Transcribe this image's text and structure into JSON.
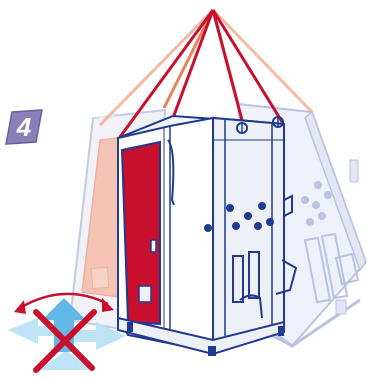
{
  "step_badge": {
    "number": "4"
  },
  "colors": {
    "blue_outline": "#1f3a8f",
    "door_red": "#c8102e",
    "sling_red": "#c8102e",
    "sling_orange": "#e8845c",
    "ghost_outline": "#a9b4d6",
    "ghost_fill": "#e9ecf6",
    "ghost_door": "#f2b5a2",
    "badge_fill": "#8a7fb8",
    "arrow_fill": "#62b8e6",
    "arrow_light": "#bfe3f6",
    "cross_red": "#c8102e"
  },
  "icons": [
    "lifting-slings",
    "tilted-cabinet-ghost",
    "electrical-cabinet",
    "no-tilting-warning-icon",
    "rotation-arrow-icon"
  ]
}
